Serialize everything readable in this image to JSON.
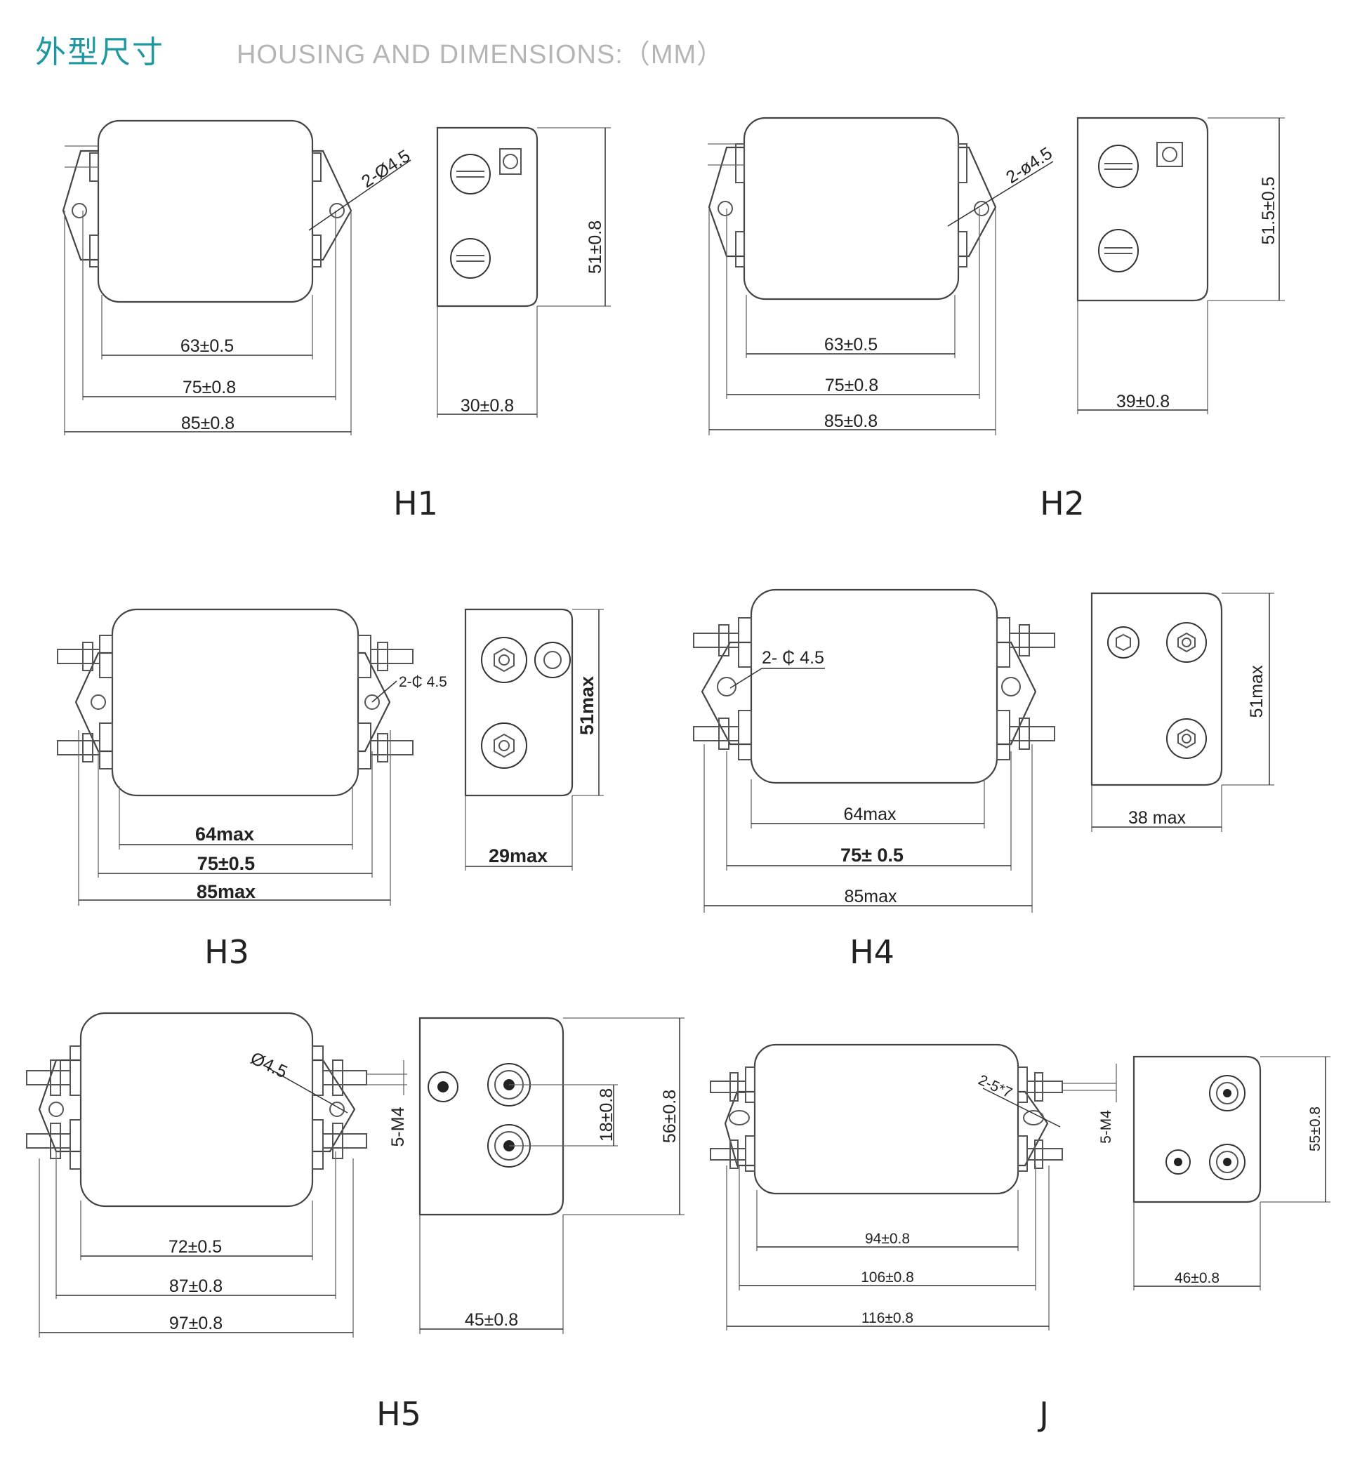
{
  "header": {
    "title_cn": "外型尺寸",
    "title_en": "HOUSING AND DIMENSIONS:（MM）"
  },
  "h1": {
    "label": "H1",
    "hole": "2-Ø4.5",
    "dims": {
      "inner": "63±0.5",
      "mid": "75±0.8",
      "outer": "85±0.8",
      "depth": "30±0.8",
      "height": "51±0.8"
    }
  },
  "h2": {
    "label": "H2",
    "hole": "2-ø4.5",
    "dims": {
      "inner": "63±0.5",
      "mid": "75±0.8",
      "outer": "85±0.8",
      "depth": "39±0.8",
      "height": "51.5±0.5"
    }
  },
  "h3": {
    "label": "H3",
    "hole": "2-₵ 4.5",
    "dims": {
      "inner": "64max",
      "mid": "75±0.5",
      "outer": "85max",
      "depth": "29max",
      "height": "51max"
    }
  },
  "h4": {
    "label": "H4",
    "hole": "2- ₵ 4.5",
    "dims": {
      "inner": "64max",
      "mid": "75± 0.5",
      "outer": "85max",
      "depth": "38 max",
      "height": "51max"
    }
  },
  "h5": {
    "label": "H5",
    "hole": "Ø4.5",
    "screw": "5-M4",
    "dims": {
      "inner": "72±0.5",
      "mid": "87±0.8",
      "outer": "97±0.8",
      "depth": "45±0.8",
      "height": "56±0.8",
      "pitch": "18±0.8"
    }
  },
  "j": {
    "label": "J",
    "hole": "2-5*7",
    "screw": "5-M4",
    "dims": {
      "inner": "94±0.8",
      "mid": "106±0.8",
      "outer": "116±0.8",
      "depth": "46±0.8",
      "height": "55±0.8"
    }
  }
}
